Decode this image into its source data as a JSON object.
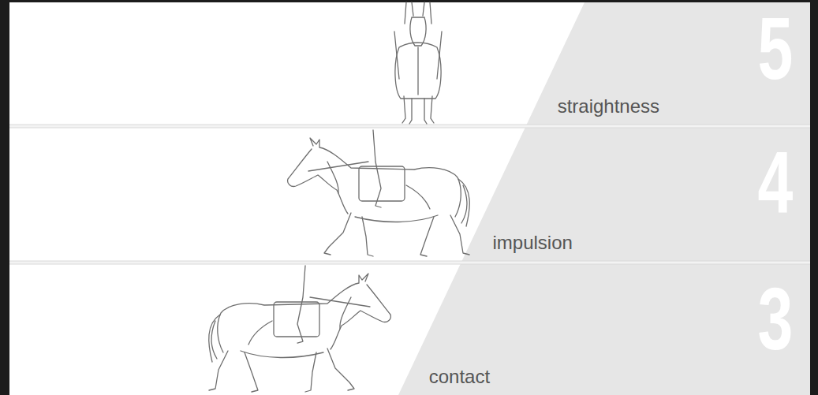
{
  "diagram": {
    "nodes": [
      {
        "text": [
          "straightness",
          "5"
        ]
      },
      {
        "text": [
          "impulsion",
          "4"
        ]
      },
      {
        "text": [
          "contact",
          "3"
        ]
      }
    ]
  }
}
